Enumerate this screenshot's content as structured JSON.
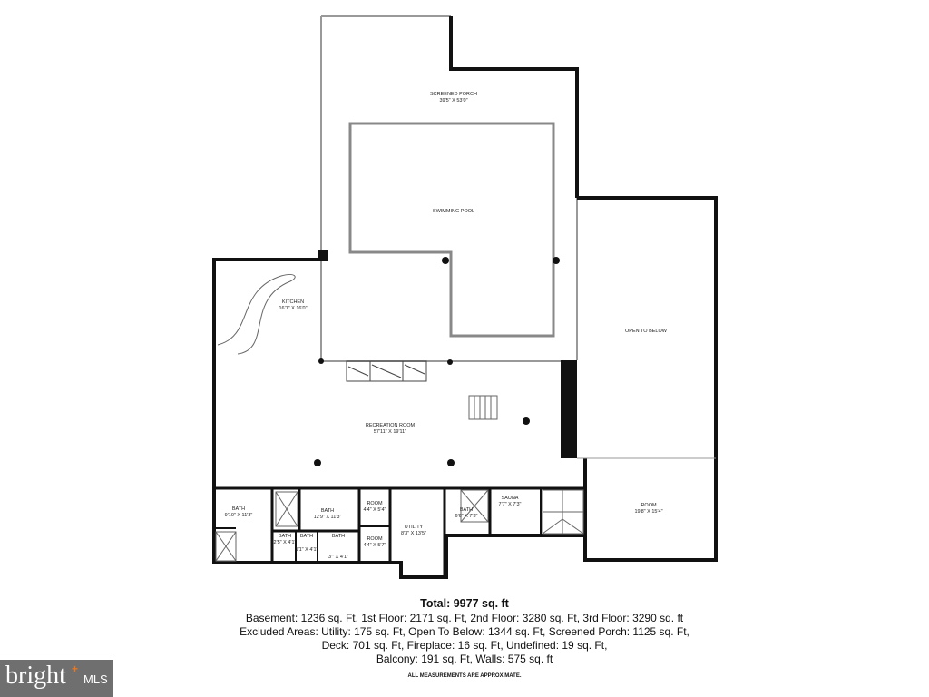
{
  "rooms": {
    "screened_porch": {
      "name": "SCREENED PORCH",
      "dims": "39'5\" X 53'0\""
    },
    "swimming_pool": {
      "name": "SWIMMING POOL"
    },
    "kitchen": {
      "name": "KITCHEN",
      "dims": "16'1\" X 16'0\""
    },
    "open_to_below": {
      "name": "OPEN TO BELOW"
    },
    "recreation_room": {
      "name": "RECREATION ROOM",
      "dims": "57'11\" X 19'11\""
    },
    "bath_1": {
      "name": "BATH",
      "dims": "9'10\" X 11'3\""
    },
    "bath_2": {
      "name": "BATH",
      "dims": "12'9\" X 11'3\""
    },
    "bath_3": {
      "name": "BATH",
      "dims": "2'5\" X 4'1\""
    },
    "bath_4": {
      "name": "BATH",
      "dims": "1'1\" X 4'1\""
    },
    "bath_5": {
      "name": "BATH",
      "dims": "3'\" X 4'1\""
    },
    "room_1": {
      "name": "ROOM",
      "dims": "4'4\" X 5'4\""
    },
    "room_2": {
      "name": "ROOM",
      "dims": "4'4\" X 5'7\""
    },
    "utility": {
      "name": "UTILITY",
      "dims": "8'3\" X 13'5\""
    },
    "bath_6": {
      "name": "BATH",
      "dims": "6'6\" X 7'3\""
    },
    "sauna": {
      "name": "SAUNA",
      "dims": "7'7\" X 7'3\""
    },
    "room_3": {
      "name": "ROOM",
      "dims": "19'8\" X 15'4\""
    }
  },
  "summary": {
    "total": "Total: 9977 sq. ft",
    "lines": [
      "Basement: 1236 sq. Ft, 1st Floor: 2171 sq. Ft, 2nd Floor: 3280 sq. Ft, 3rd Floor: 3290 sq. ft",
      "Excluded Areas: Utility: 175 sq. Ft, Open To Below: 1344 sq. Ft, Screened Porch: 1125 sq. Ft,",
      "Deck: 701 sq. Ft, Fireplace: 16 sq. Ft, Undefined: 19 sq. Ft,",
      "Balcony: 191 sq. Ft, Walls: 575 sq. ft"
    ],
    "note": "ALL MEASUREMENTS ARE APPROXIMATE."
  },
  "logo": {
    "text": "bright MLS",
    "brand": "bright",
    "suffix": "MLS",
    "color": "#6f6f6f",
    "accent": "#e87722"
  }
}
